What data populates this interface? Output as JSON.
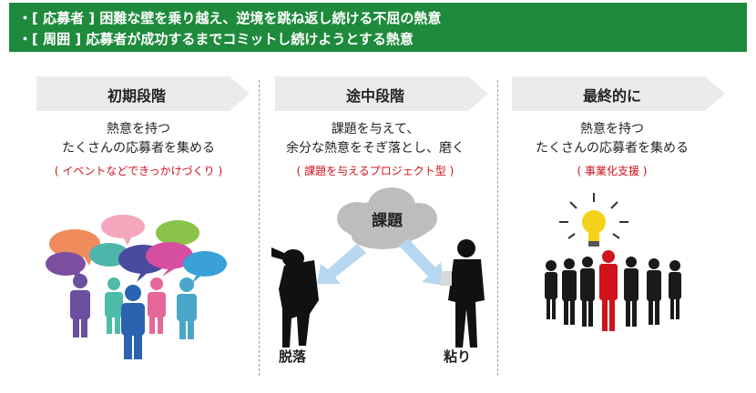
{
  "banner": {
    "line1": "・[ 応募者 ] 困難な壁を乗り越え、逆境を跳ね返し続ける不屈の熱意",
    "line2": "・[ 周囲 ] 応募者が成功するまでコミットし続けようとする熱意",
    "color": "#1e8a3c"
  },
  "stages": [
    {
      "label": "初期段階",
      "line1": "熱意を持つ",
      "line2": "たくさんの応募者を集める",
      "sub": "( イベントなどできっかけづくり )"
    },
    {
      "label": "途中段階",
      "line1": "課題を与えて、",
      "line2": "余分な熱意をそぎ落とし、磨く",
      "sub": "( 課題を与えるプロジェクト型 )"
    },
    {
      "label": "最終的に",
      "line1": "熱意を持つ",
      "line2": "たくさんの応募者を集める",
      "sub": "( 事業化支援 )"
    }
  ],
  "middle": {
    "cloud_label": "課題",
    "left_caption": "脱落",
    "right_caption": "粘り"
  },
  "colors": {
    "accent_red": "#d0121b",
    "arrow_gray": "#e8e8e8",
    "bubble_arrow": "#b7d7f0",
    "bulb": "#f5d21a"
  }
}
